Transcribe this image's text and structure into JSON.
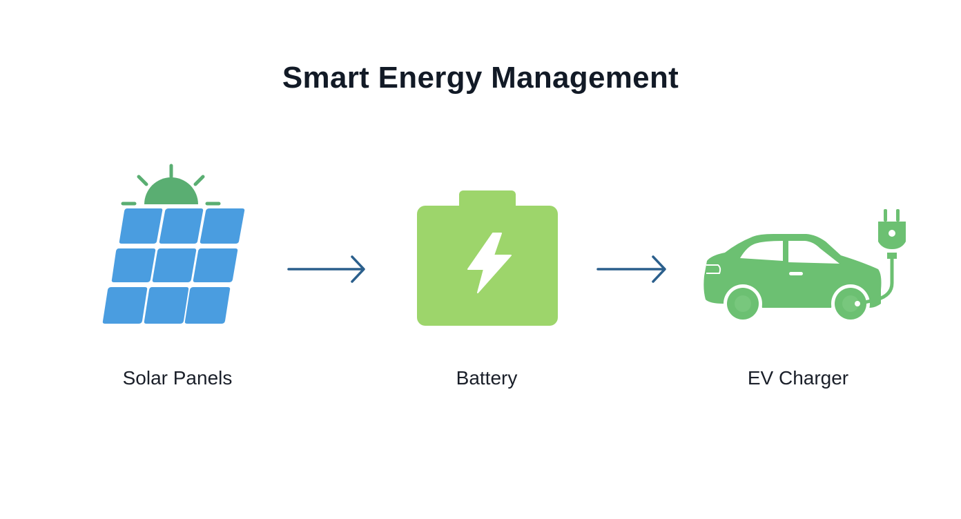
{
  "title": "Smart Energy Management",
  "nodes": [
    {
      "label": "Solar Panels",
      "icon": "solar-panel-icon"
    },
    {
      "label": "Battery",
      "icon": "battery-icon"
    },
    {
      "label": "EV Charger",
      "icon": "ev-charger-car-icon"
    }
  ],
  "colors": {
    "panel": "#4a9de0",
    "sun": "#5aae72",
    "battery": "#9dd56b",
    "car": "#6cc072",
    "arrow": "#2b5f8c",
    "text": "#121a26"
  }
}
